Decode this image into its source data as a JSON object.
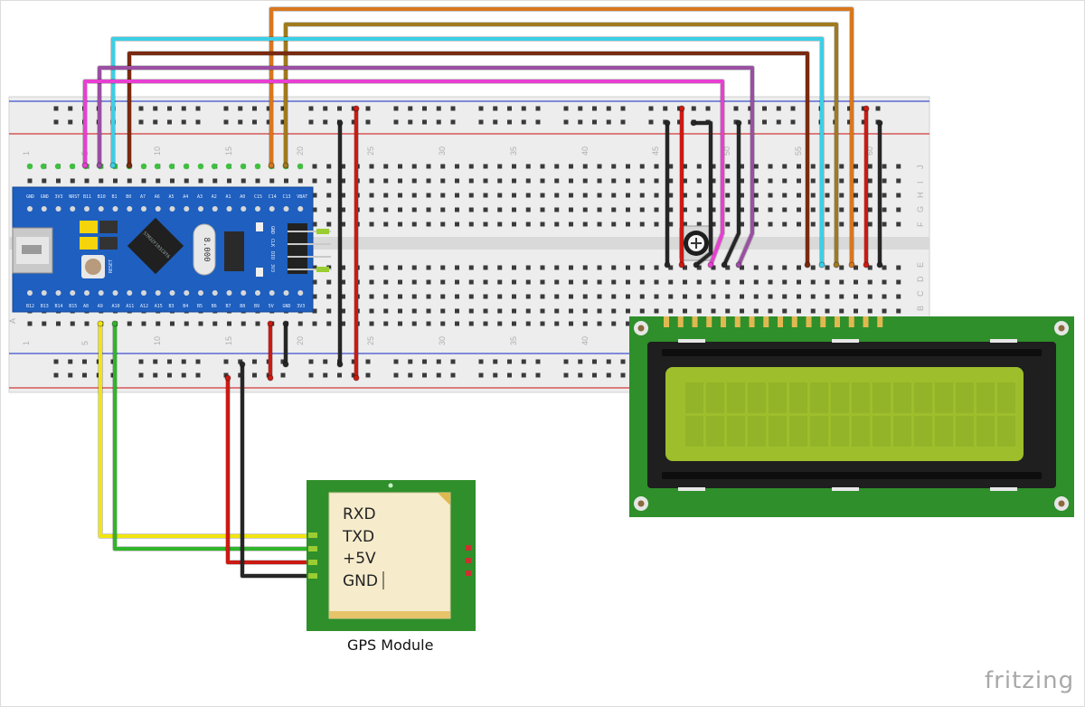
{
  "diagram": {
    "gps_module": {
      "pins": [
        "RXD",
        "TXD",
        "+5V",
        "GND"
      ],
      "caption": "GPS Module"
    },
    "mcu_board": {
      "top_pins": [
        "GND",
        "GND",
        "3V3",
        "NRST",
        "B11",
        "B10",
        "B1",
        "B0",
        "A7",
        "A6",
        "A5",
        "A4",
        "A3",
        "A2",
        "A1",
        "A0",
        "C15",
        "C14",
        "C13",
        "VBAT"
      ],
      "bottom_pins": [
        "B12",
        "B13",
        "B14",
        "B15",
        "A8",
        "A9",
        "A10",
        "A11",
        "A12",
        "A15",
        "B3",
        "B4",
        "B5",
        "B6",
        "B7",
        "B8",
        "B9",
        "5V",
        "GND",
        "3V3"
      ],
      "chip_label": "STM32F103C8T6",
      "crystal_label": "8.000",
      "reset_label": "RESET",
      "header_labels": [
        "GND",
        "CLK",
        "DIO",
        "3V3"
      ]
    },
    "breadboard": {
      "column_numbers": [
        "1",
        "5",
        "10",
        "15",
        "20",
        "25",
        "30",
        "35",
        "40",
        "45",
        "50",
        "55",
        "60"
      ],
      "row_letters_top": [
        "J",
        "I",
        "H",
        "G",
        "F"
      ],
      "row_letters_bottom": [
        "E",
        "D",
        "C",
        "B",
        "A"
      ]
    },
    "wire_colors": {
      "orange": "#d9771e",
      "olive": "#a07a1e",
      "cyan": "#3ccfe6",
      "brown": "#7a2a10",
      "purple": "#9b4fa3",
      "magenta": "#e83fd2",
      "red": "#cc1a12",
      "black": "#262626",
      "yellow": "#f2e50f",
      "green": "#2fb52a"
    },
    "brand": "fritzing"
  }
}
